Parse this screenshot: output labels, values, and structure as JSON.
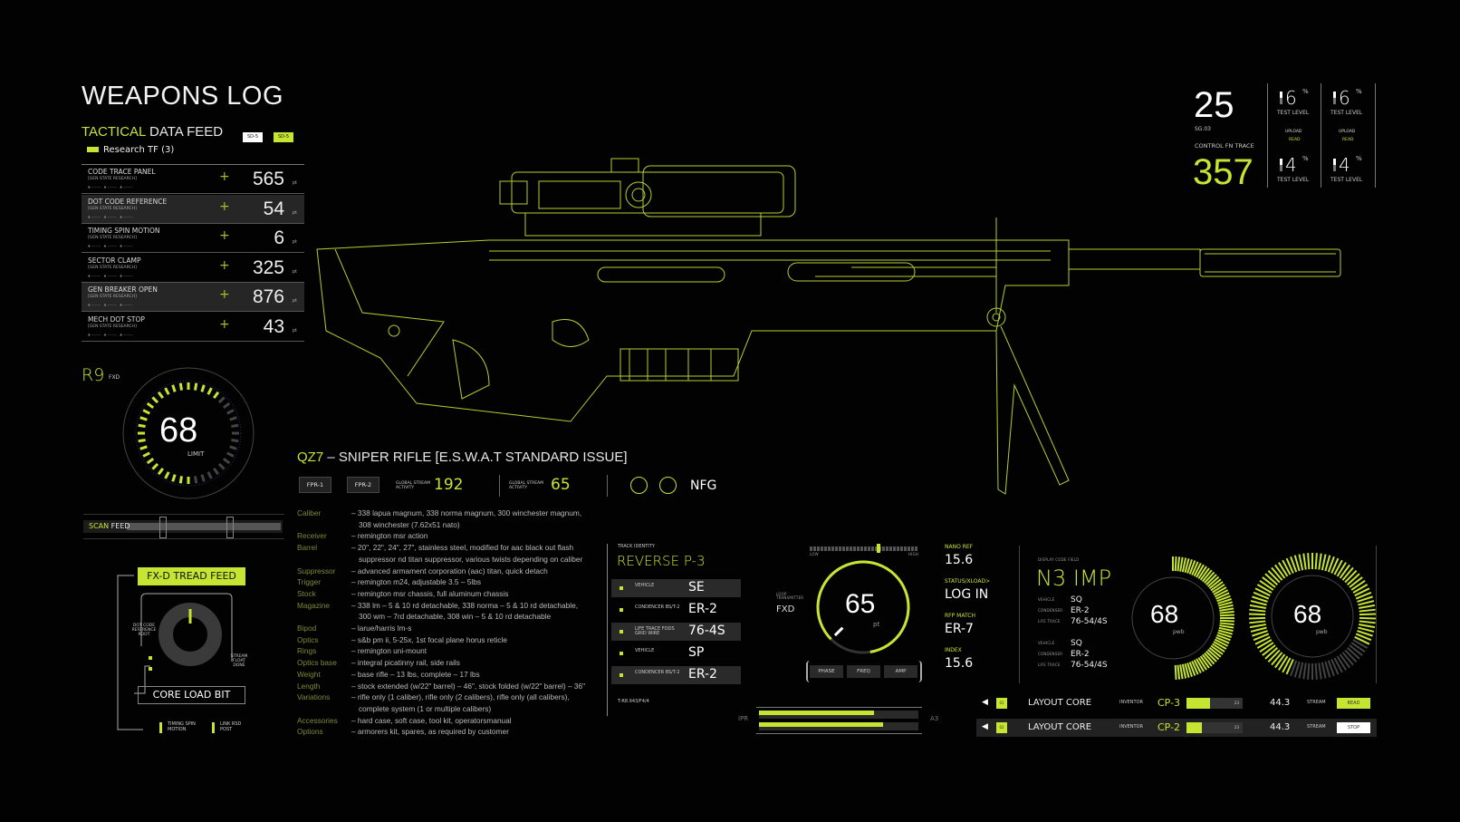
{
  "header": {
    "title": "WEAPONS LOG",
    "feed_a": "TACTICAL",
    "feed_b": "DATA FEED",
    "badge1": "SD-5",
    "badge2": "SD-5",
    "research": "Research TF (3)"
  },
  "feed_rows": [
    {
      "name": "CODE TRACE PANEL",
      "sub": "[GEN STATE RESEARCH]",
      "value": "565",
      "unit": "pt"
    },
    {
      "name": "DOT CODE REFERENCE",
      "sub": "[GEN STATE RESEARCH]",
      "value": "54",
      "unit": "pt"
    },
    {
      "name": "TIMING SPIN MOTION",
      "sub": "[GEN STATE RESEARCH]",
      "value": "6",
      "unit": "pt"
    },
    {
      "name": "SECTOR CLAMP",
      "sub": "[GEN STATE RESEARCH]",
      "value": "325",
      "unit": "pt"
    },
    {
      "name": "GEN BREAKER OPEN",
      "sub": "[GEN STATE RESEARCH]",
      "value": "876",
      "unit": "pt"
    },
    {
      "name": "MECH DOT STOP",
      "sub": "[GEN STATE RESEARCH]",
      "value": "43",
      "unit": "pt"
    }
  ],
  "r9": {
    "code": "R9",
    "sub": "FXD",
    "value": "68",
    "label": "LIMIT",
    "fraction": 0.62
  },
  "scan": {
    "a": "SCAN",
    "b": "FEED"
  },
  "tread": {
    "title": "FX-D TREAD FEED",
    "left": "DOT CODE REFERENCE ROOT",
    "right": "STREAM FLOAT DONE",
    "core": "CORE LOAD BIT",
    "f1": "TIMING SPIN MOTION",
    "f2": "LINK RSD POST"
  },
  "weapon": {
    "code": "QZ7",
    "title": "– SNIPER RIFLE [E.S.W.A.T STANDARD ISSUE]",
    "fpr1": "FPR-1",
    "fpr2": "FPR-2",
    "gsa_label": "GLOBAL STREAM ACTIVITY",
    "gsa1": "192",
    "gsa2": "65",
    "nfg": "NFG"
  },
  "specs": [
    [
      "Caliber",
      "– 338 lapua magnum, 338 norma magnum, 300 winchester magnum,"
    ],
    [
      "",
      "308 winchester (7.62x51 nato)"
    ],
    [
      "Receiver",
      "– remington msr action"
    ],
    [
      "Barrel",
      "– 20\", 22\", 24\", 27\", stainless steel, modified for aac black out flash"
    ],
    [
      "",
      "suppressor nd titan suppressor, various twists depending on caliber"
    ],
    [
      "Suppressor",
      "– advanced armament corporation (aac) titan, quick detach"
    ],
    [
      "Trigger",
      "– remington m24, adjustable 3.5 – 5lbs"
    ],
    [
      "Stock",
      "– remington msr chassis, full aluminum chassis"
    ],
    [
      "Magazine",
      "– 338 lm – 5 & 10 rd detachable, 338 norma – 5 & 10 rd detachable,"
    ],
    [
      "",
      "300 wm – 7rd detachable, 308 win – 5 & 10 rd detachable"
    ],
    [
      "Bipod",
      "– larue/harris lm-s"
    ],
    [
      "Optics",
      "– s&b pm ii, 5-25x, 1st focal plane horus reticle"
    ],
    [
      "Rings",
      "– remington uni-mount"
    ],
    [
      "Optics base",
      "– integral picatinny rail, side rails"
    ],
    [
      "Weight",
      "– base rifle – 13 lbs, complete – 17 lbs"
    ],
    [
      "Length",
      "– stock extended (w/22\" barrel) – 46\", stock folded (w/22\" barrel) – 36\""
    ],
    [
      "Variations",
      "– rifle only (1 caliber), rifle only (2 calibers), rifle only (all calibers),"
    ],
    [
      "",
      "complete system (1 or multiple calibers)"
    ],
    [
      "Accessories",
      "– hard case, soft case, tool kit, operatorsmanual"
    ],
    [
      "Options",
      "– armorers kit, spares, as required by customer"
    ]
  ],
  "track": {
    "label": "TRACK IDENTITY",
    "title": "REVERSE P-3",
    "rows": [
      {
        "k": "VEHICLE",
        "v": "SE"
      },
      {
        "k": "CONDENCER BS/T-2",
        "v": "ER-2"
      },
      {
        "k": "LIFE TRACE FODS GRID WIRE",
        "v": "76-4S"
      },
      {
        "k": "VEHICLE",
        "v": "SP"
      },
      {
        "k": "CONDENCER BS/T-2",
        "v": "ER-2"
      }
    ],
    "code": "T-R8.943/F4/4"
  },
  "loop": {
    "label": "LOOP TRANSMITTER",
    "value": "FXD",
    "gauge": "65",
    "unit": "pt",
    "low": "LOW",
    "high": "HIGH",
    "fraction": 0.85,
    "buttons": [
      "PHASE",
      "FREQ",
      "AMP"
    ],
    "left": "IPR",
    "right": "A3",
    "bars": [
      0.72,
      0.78
    ]
  },
  "status": [
    {
      "k": "NANO REF",
      "v": "15.6"
    },
    {
      "k": "STATUS/XLOAD>",
      "v": "LOG IN"
    },
    {
      "k": "RFP MATCH",
      "v": "ER-7"
    },
    {
      "k": "INDEX",
      "v": "15.6"
    }
  ],
  "n3": {
    "label": "DISPLAY CODE FIELD",
    "title": "N3 IMP",
    "rows": [
      {
        "k": "VEHICLE",
        "v": "SQ"
      },
      {
        "k": "CONDENSER",
        "v": "ER-2"
      },
      {
        "k": "LIFE TRACE",
        "v": "76-54/4S"
      },
      {
        "k": "VEHICLE",
        "v": "SQ"
      },
      {
        "k": "CONDENSER",
        "v": "ER-2"
      },
      {
        "k": "LIFE TRACE",
        "v": "76-54/4S"
      }
    ],
    "g1": {
      "value": "68",
      "unit": "pwb",
      "fraction": 0.5
    },
    "g2": {
      "value": "68",
      "unit": "pwb",
      "fraction": 0.7
    }
  },
  "layout": [
    {
      "num": "01",
      "name": "LAYOUT CORE",
      "inv": "INVENTOR",
      "cp": "CP-3",
      "bar": 0.42,
      "barval": "23",
      "val": "44.3",
      "stream": "STREAM",
      "action": "READ"
    },
    {
      "num": "02",
      "name": "LAYOUT CORE",
      "inv": "INVENTOR",
      "cp": "CP-2",
      "bar": 0.28,
      "barval": "23",
      "val": "44.3",
      "stream": "STREAM",
      "action": "STOP"
    }
  ],
  "stats": {
    "sig": "25",
    "sig_label": "SG.03",
    "trace_label": "CONTROL FN TRACE",
    "trace": "357",
    "t1": "6",
    "t2": "6",
    "t3": "4",
    "t4": "4",
    "pct": "%",
    "test": "TEST LEVEL",
    "upload": "UPLOAD",
    "read": "READ"
  },
  "colors": {
    "accent": "#c6e432",
    "bg": "#020202"
  }
}
